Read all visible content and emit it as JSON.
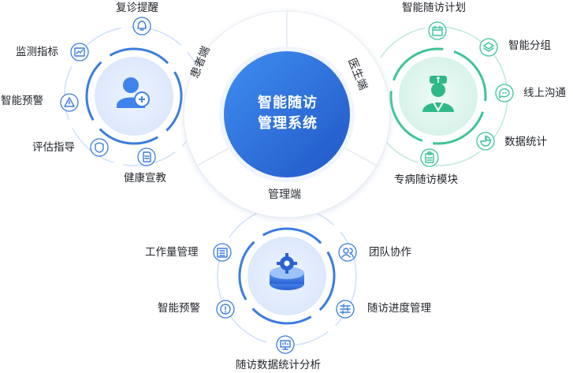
{
  "center": {
    "line1": "智能随访",
    "line2": "管理系统"
  },
  "segments": {
    "patient": "患者端",
    "doctor": "医生端",
    "admin": "管理端"
  },
  "patient_items": [
    {
      "label": "复诊提醒",
      "icon": "bell-icon"
    },
    {
      "label": "监测指标",
      "icon": "chart-icon"
    },
    {
      "label": "智能预警",
      "icon": "warning-icon"
    },
    {
      "label": "评估指导",
      "icon": "shield-icon"
    },
    {
      "label": "健康宣教",
      "icon": "document-icon"
    }
  ],
  "doctor_items": [
    {
      "label": "智能随访计划",
      "icon": "calendar-icon"
    },
    {
      "label": "智能分组",
      "icon": "layers-icon"
    },
    {
      "label": "线上沟通",
      "icon": "chat-icon"
    },
    {
      "label": "数据统计",
      "icon": "pie-icon"
    },
    {
      "label": "专病随访模块",
      "icon": "clipboard-icon"
    }
  ],
  "admin_items": [
    {
      "label": "工作量管理",
      "icon": "list-icon"
    },
    {
      "label": "团队协作",
      "icon": "team-icon"
    },
    {
      "label": "智能预警",
      "icon": "alert-icon"
    },
    {
      "label": "随访进度管理",
      "icon": "sliders-icon"
    },
    {
      "label": "随访数据统计分析",
      "icon": "monitor-icon"
    }
  ],
  "colors": {
    "blue": "#3b7ddd",
    "green": "#3cc49a",
    "center": "#2f6fd6"
  }
}
